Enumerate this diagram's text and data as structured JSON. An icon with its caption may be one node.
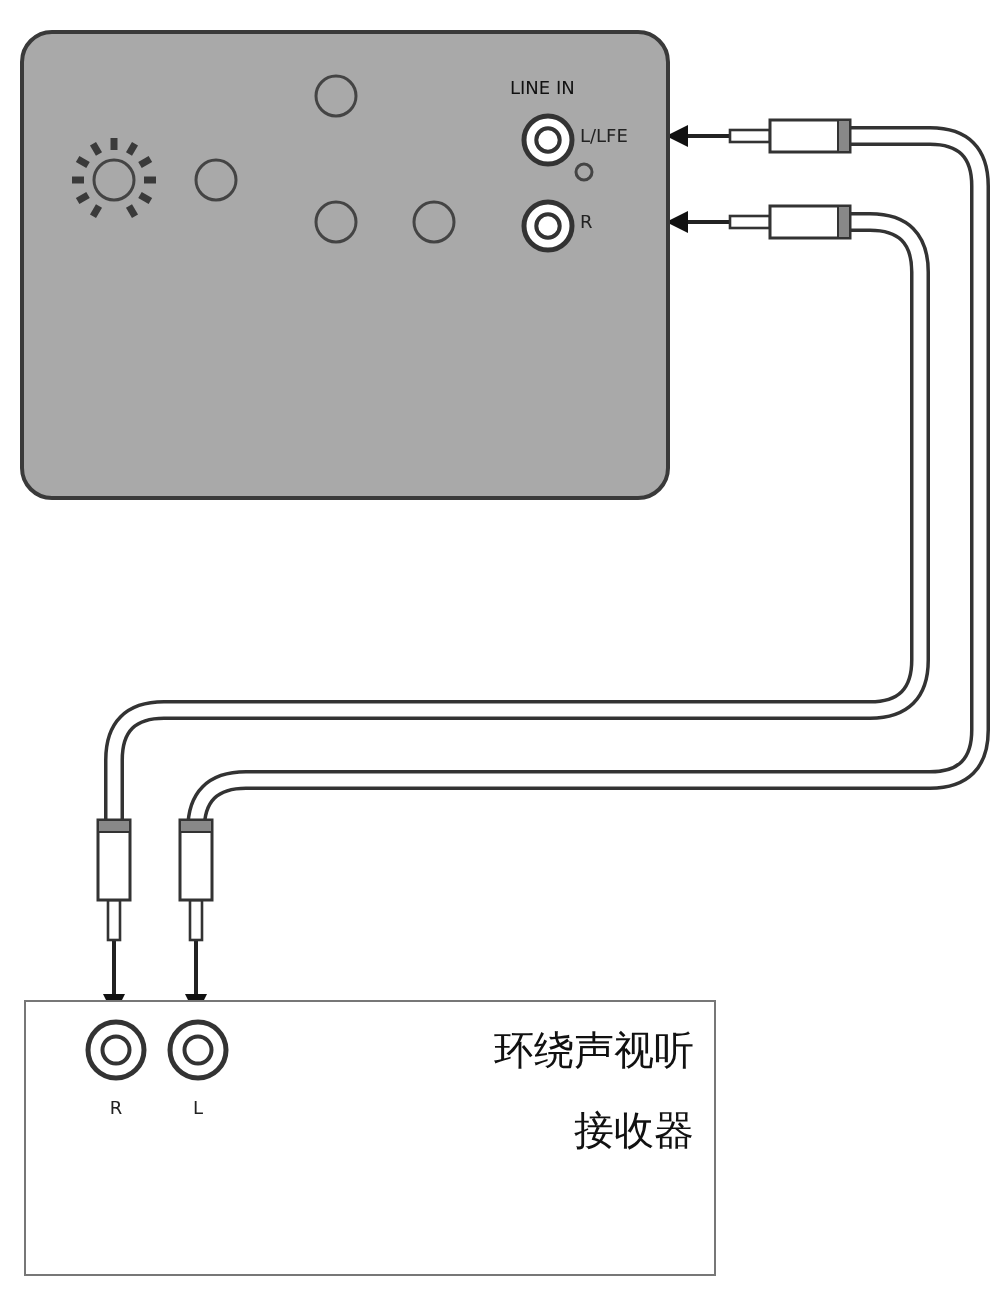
{
  "diagram": {
    "nodes": [
      {
        "text": [],
        "shape": "box"
      },
      {
        "text": [],
        "shape": "circle",
        "in": 0,
        "beside": [
          "L/LFE"
        ]
      },
      {
        "text": [],
        "shape": "circle",
        "in": 0,
        "beside": [
          "R"
        ]
      },
      {
        "text": [
          "环绕声视听接收器"
        ]
      },
      {
        "text": [],
        "shape": "circle",
        "in": 3,
        "beside": [
          "R"
        ]
      },
      {
        "text": [],
        "shape": "circle",
        "in": 3,
        "beside": [
          "L"
        ]
      }
    ],
    "edges": [
      {
        "from": 5,
        "to": 1,
        "arrow": "both"
      },
      {
        "from": 4,
        "to": 2,
        "arrow": "both"
      }
    ],
    "labels": [
      "LINE IN"
    ]
  }
}
